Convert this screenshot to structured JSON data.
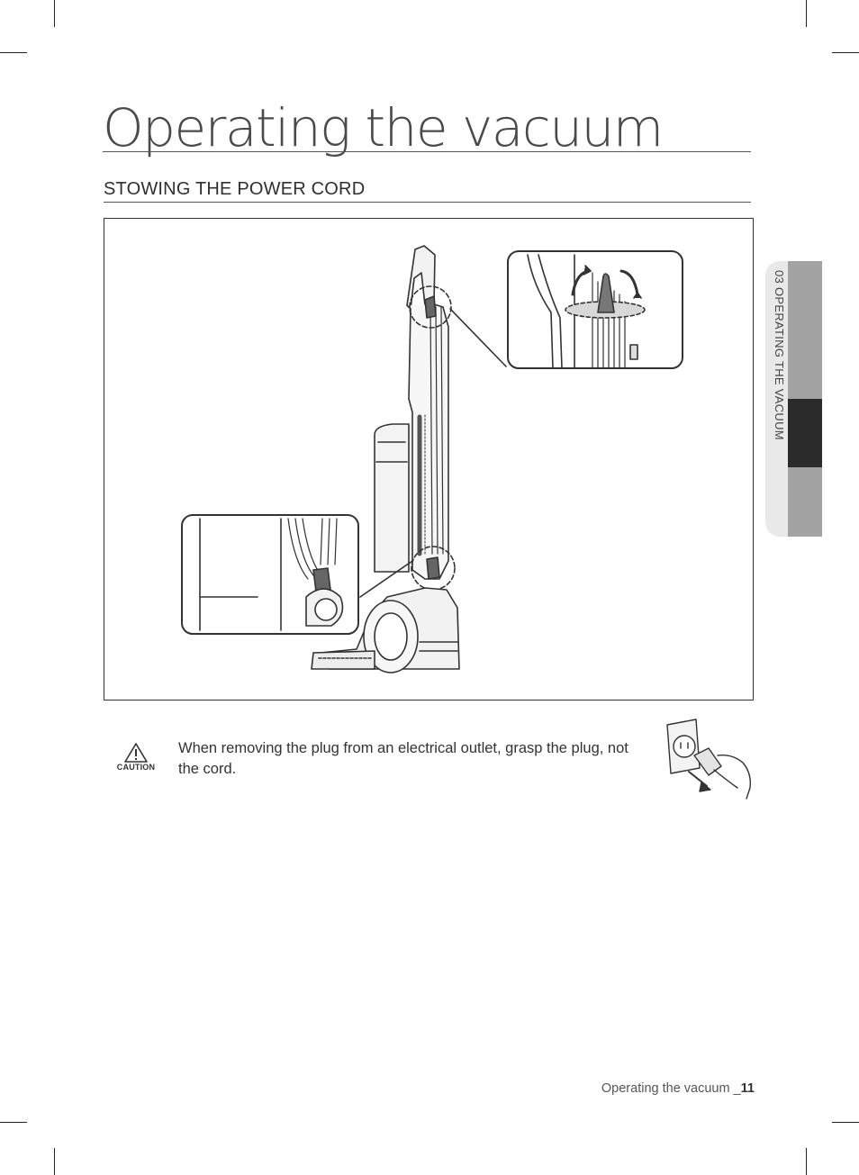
{
  "page": {
    "title": "Operating the vacuum",
    "section_heading": "STOWING THE POWER CORD"
  },
  "side_tab": {
    "label": "03  OPERATING THE VACUUM"
  },
  "caution": {
    "label": "CAUTION",
    "text": "When removing the plug from an electrical outlet, grasp the plug, not the cord."
  },
  "footer": {
    "text": "Operating the vacuum _",
    "page_number": "11"
  },
  "figure": {
    "main_icon": "upright-vacuum-illustration",
    "detail_top_icon": "cord-hook-rotate-detail",
    "detail_bottom_icon": "lower-cord-hook-detail"
  },
  "colors": {
    "accent_dark": "#2b2b2b",
    "tab_gray": "#a3a3a3",
    "tab_light": "#e9e9e9"
  }
}
